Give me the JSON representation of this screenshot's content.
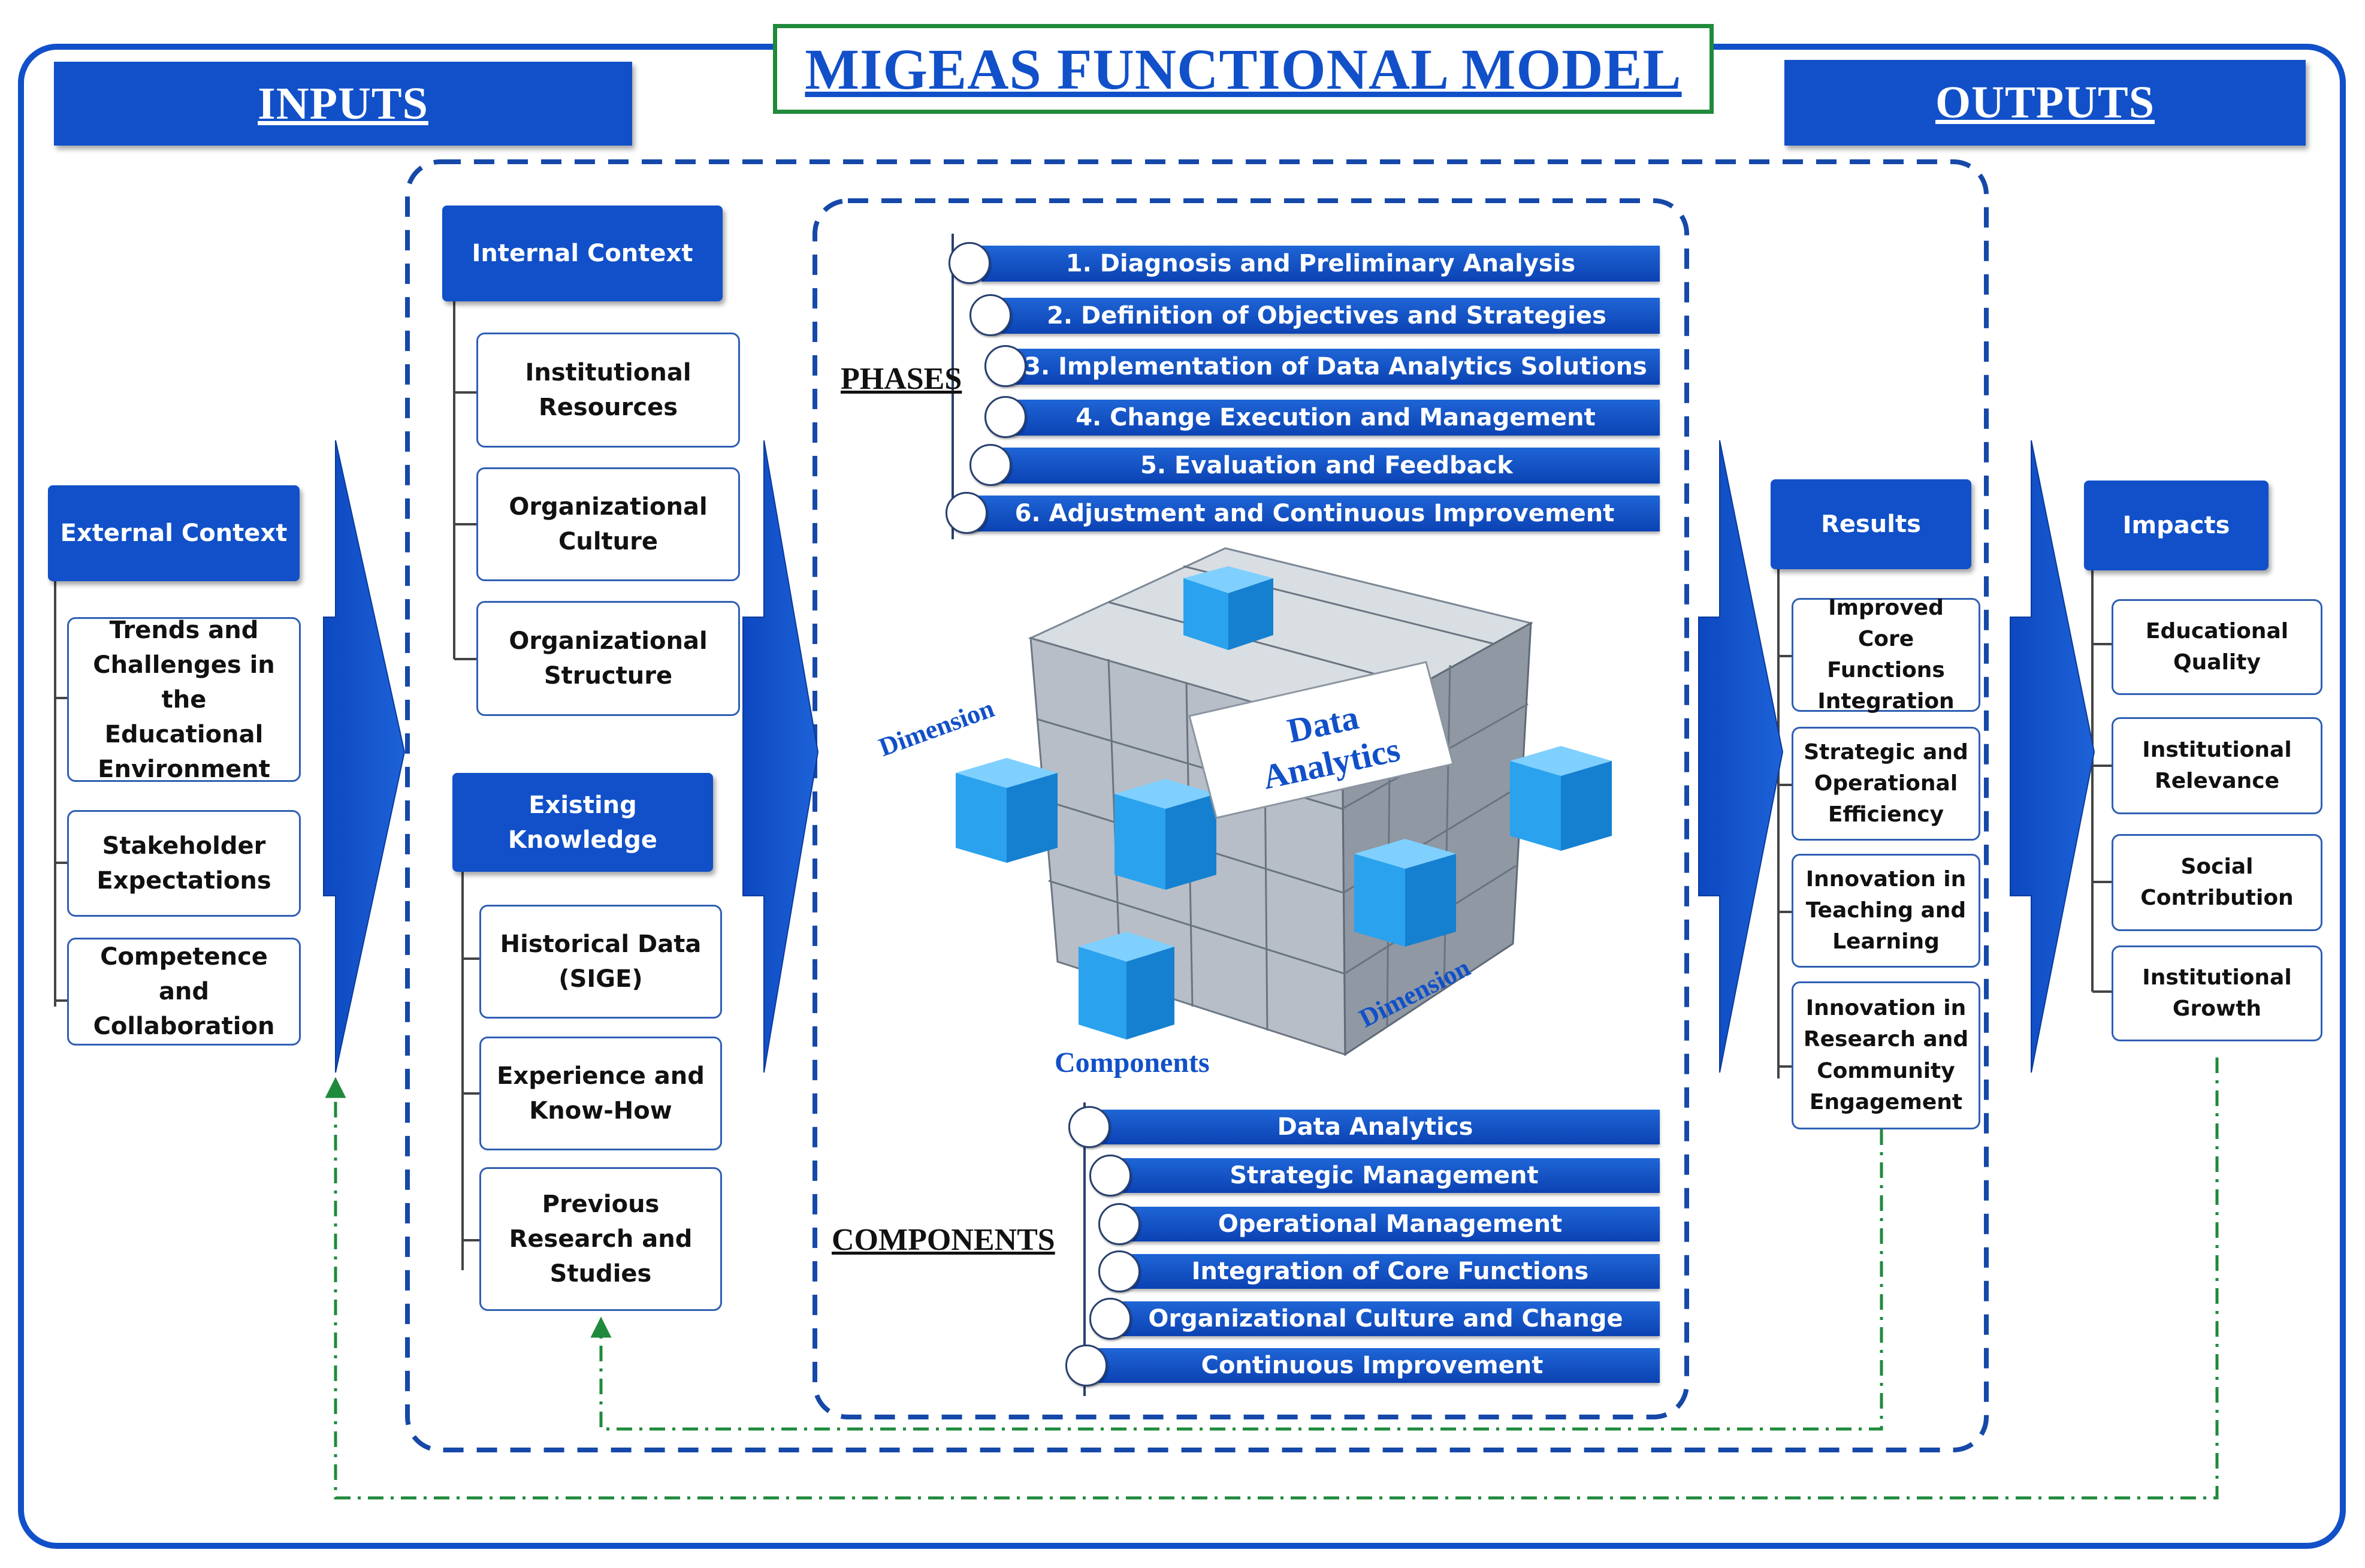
{
  "title": "MIGEAS FUNCTIONAL MODEL",
  "inputs_label": "INPUTS",
  "outputs_label": "OUTPUTS",
  "external_context": {
    "header": "External Context",
    "items": [
      "Trends and Challenges in the Educational Environment",
      "Stakeholder Expectations",
      "Competence and Collaboration"
    ]
  },
  "internal_context": {
    "header": "Internal Context",
    "items": [
      "Institutional Resources",
      "Organizational Culture",
      "Organizational Structure"
    ]
  },
  "existing_knowledge": {
    "header": "Existing Knowledge",
    "items": [
      "Historical Data (SIGE)",
      "Experience and Know-How",
      "Previous Research and Studies"
    ]
  },
  "phases": {
    "label": "PHASES",
    "items": [
      "1. Diagnosis and Preliminary Analysis",
      "2. Definition of Objectives and Strategies",
      "3. Implementation of Data Analytics Solutions",
      "4. Change Execution and Management",
      "5. Evaluation and Feedback",
      "6. Adjustment and Continuous Improvement"
    ]
  },
  "cube": {
    "center_label": "Data Analytics",
    "dimension_left": "Dimension",
    "dimension_right": "Dimension",
    "components_label": "Components"
  },
  "components": {
    "label": "COMPONENTS",
    "items": [
      "Data Analytics",
      "Strategic Management",
      "Operational Management",
      "Integration of Core Functions",
      "Organizational Culture and Change",
      "Continuous Improvement"
    ]
  },
  "results": {
    "header": "Results",
    "items": [
      "Improved Core Functions Integration",
      "Strategic and Operational Efficiency",
      "Innovation in Teaching and Learning",
      "Innovation in Research and Community Engagement"
    ]
  },
  "impacts": {
    "header": "Impacts",
    "items": [
      "Educational Quality",
      "Institutional Relevance",
      "Social Contribution",
      "Institutional Growth"
    ]
  },
  "colors": {
    "primary_blue": "#1150c8",
    "box_border": "#2f5fb3",
    "feedback_green": "#1f8a3c",
    "cube_blue": "#2aa2ee"
  }
}
